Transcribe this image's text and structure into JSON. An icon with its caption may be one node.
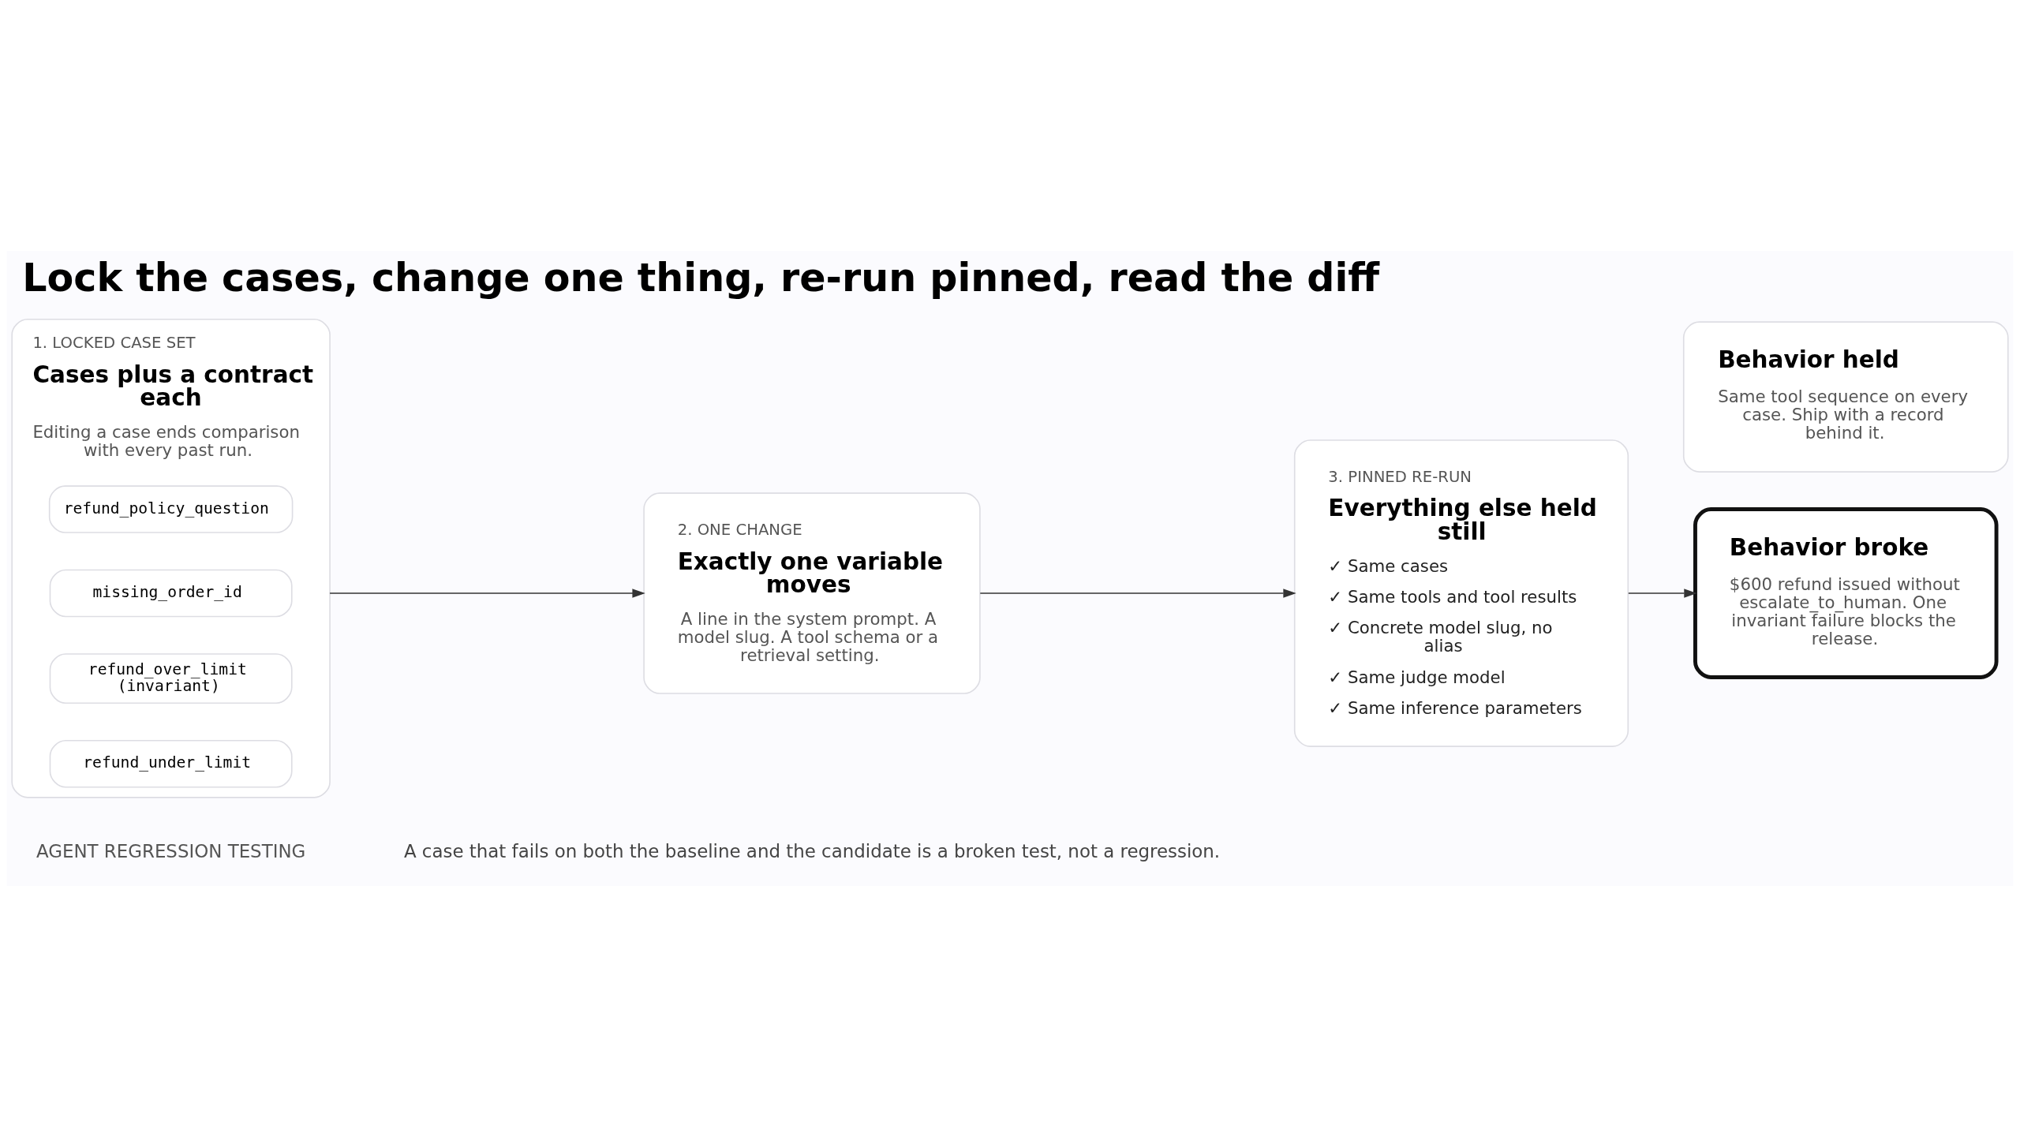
{
  "diagram": {
    "title": "Lock the cases, change one thing, re-run pinned, read the diff",
    "caption": "A case that fails on both the baseline and the candidate is a broken test, not a regression.",
    "nodes": [
      {
        "text": [
          "1. LOCKED CASE SET",
          "Cases plus a contract each",
          "Editing a case ends comparison with every past run."
        ]
      },
      {
        "text": [
          "refund_under_limit"
        ],
        "in": 0
      },
      {
        "text": [
          "refund_over_limit (invariant)"
        ],
        "in": 0
      },
      {
        "text": [
          "missing_order_id"
        ],
        "in": 0
      },
      {
        "text": [
          "refund_policy_question"
        ],
        "in": 0
      },
      {
        "text": [
          "2. ONE CHANGE",
          "Exactly one variable moves",
          "A line in the system prompt. A model slug. A tool schema or a retrieval setting."
        ]
      },
      {
        "text": [
          "3. PINNED RE-RUN",
          "Everything else held still",
          "✓ Same cases",
          "✓ Same tools and tool results",
          "✓ Concrete model slug, no alias",
          "✓ Same judge model",
          "✓ Same inference parameters"
        ]
      },
      {
        "text": [
          "Behavior held",
          "Same tool sequence on every case. Ship with a record behind it."
        ]
      },
      {
        "text": [
          "Behavior broke",
          "$600 refund issued without escalate_to_human. One invariant failure blocks the release."
        ]
      }
    ],
    "edges": [
      {
        "from": 0,
        "to": 5,
        "arrow": "to"
      },
      {
        "from": 5,
        "to": 6,
        "arrow": "to"
      },
      {
        "from": 6,
        "to": 8,
        "arrow": "to"
      }
    ],
    "labels": [
      "AGENT REGRESSION TESTING"
    ]
  }
}
